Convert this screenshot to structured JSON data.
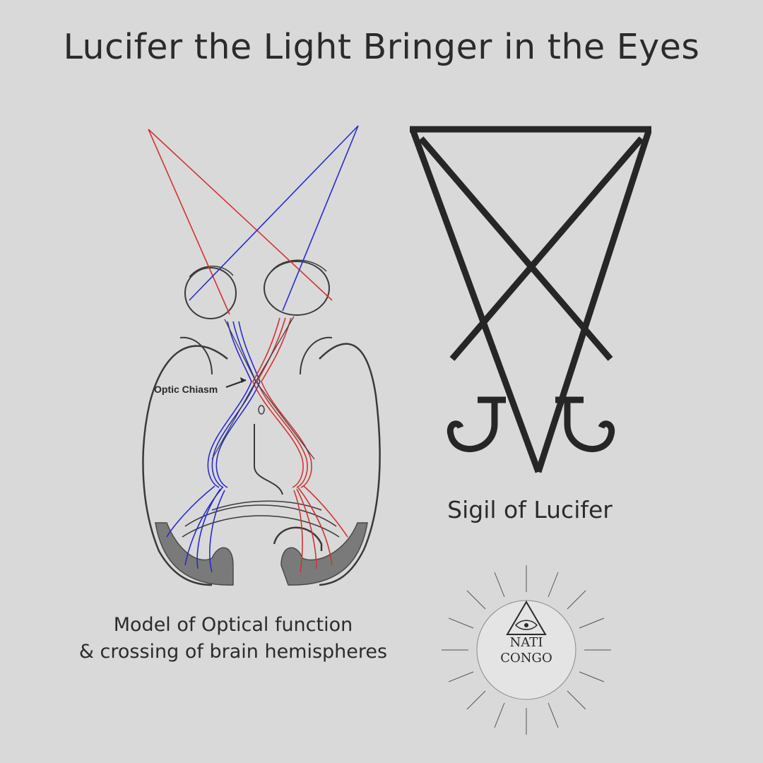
{
  "title": "Lucifer the Light Bringer in the Eyes",
  "diagram": {
    "chiasm_label": "Optic Chiasm",
    "caption_line1": "Model of Optical function",
    "caption_line2": "& crossing of brain hemispheres",
    "colors": {
      "left_path": "#2a2ad0",
      "right_path": "#d23333",
      "outline": "#3a3a3a",
      "ventricle": "#7a7a7a"
    }
  },
  "sigil": {
    "caption": "Sigil of Lucifer",
    "color": "#262626"
  },
  "logo": {
    "line1": "NATI",
    "line2": "CONGO",
    "icon": "eye-in-triangle-icon"
  }
}
